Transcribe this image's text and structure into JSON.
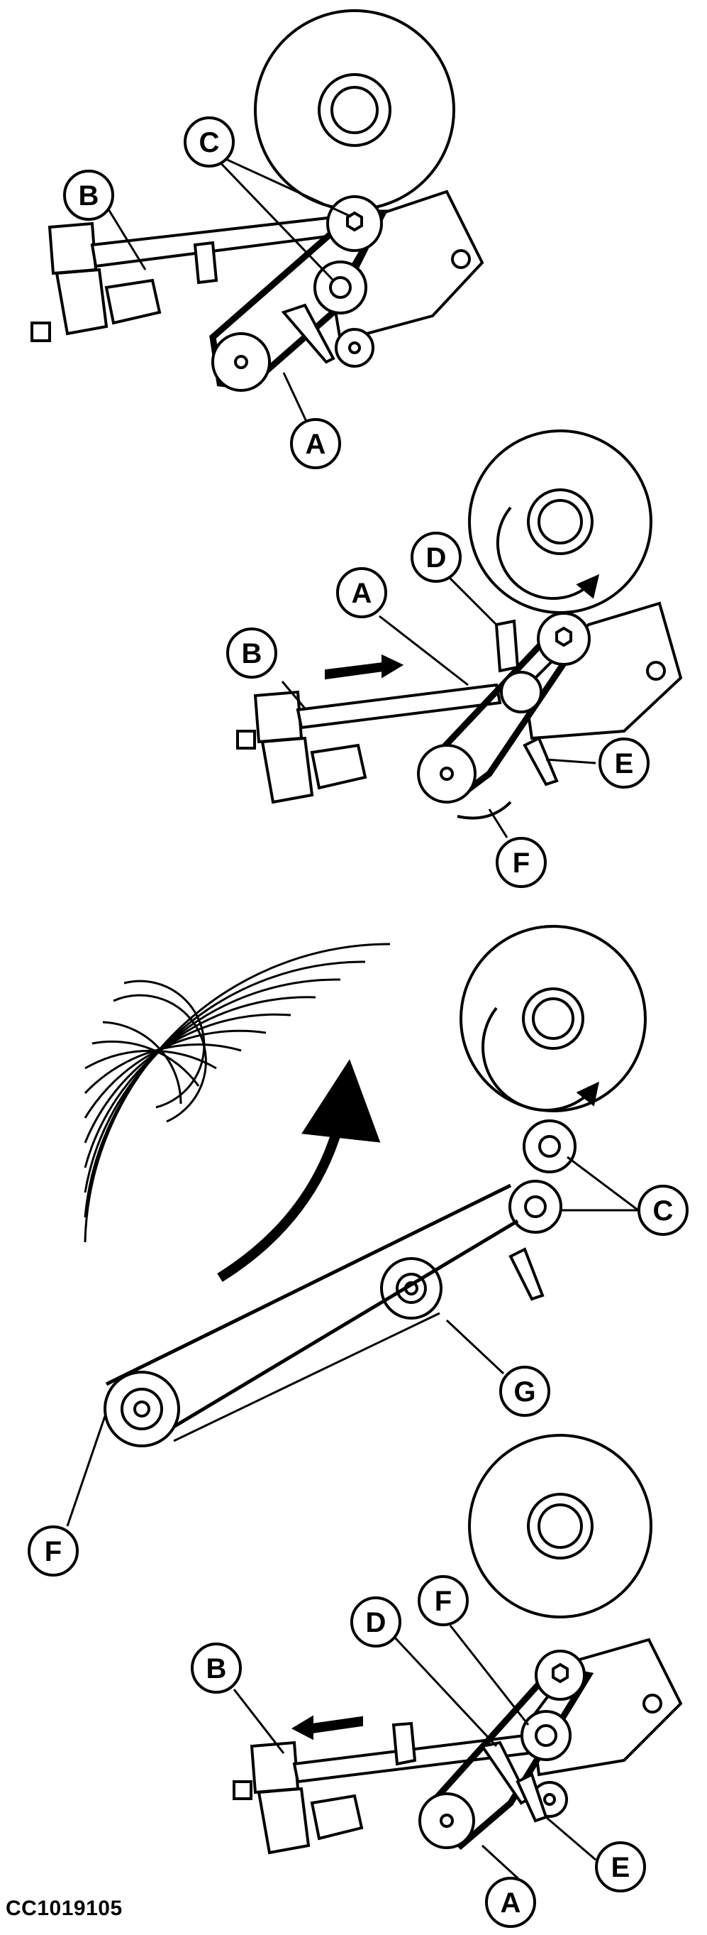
{
  "figure_code": "CC1019105",
  "labels": {
    "A": "A",
    "B": "B",
    "C": "C",
    "D": "D",
    "E": "E",
    "F": "F",
    "G": "G"
  }
}
